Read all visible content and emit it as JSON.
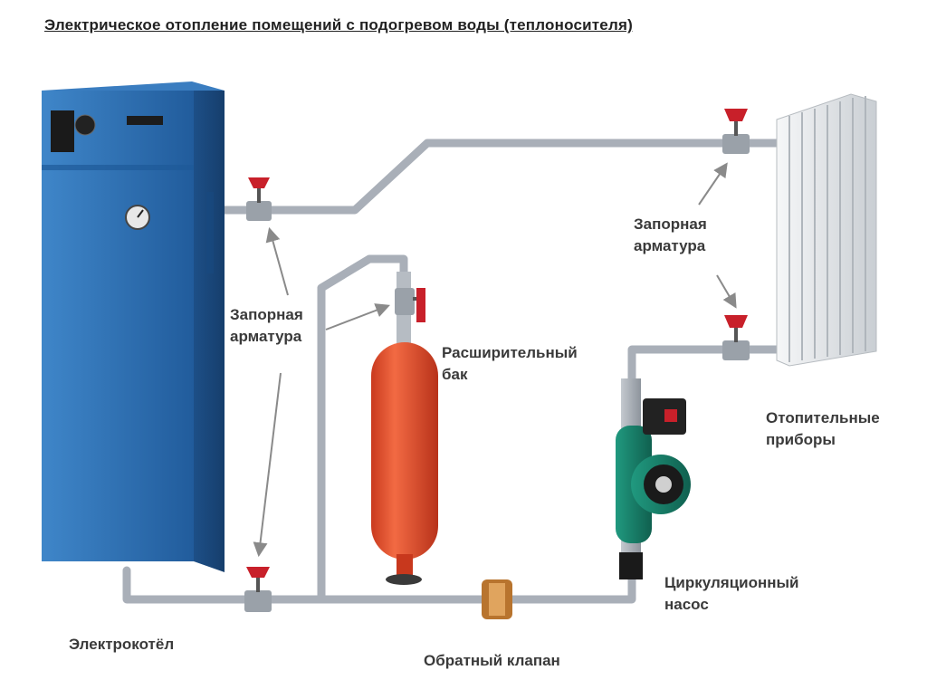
{
  "title": "Электрическое отопление помещений с подогревом воды (теплоносителя)",
  "labels": {
    "valves_left_line1": "Запорная",
    "valves_left_line2": "арматура",
    "valves_right_line1": "Запорная",
    "valves_right_line2": "арматура",
    "tank_line1": "Расширительный",
    "tank_line2": "бак",
    "radiators_line1": "Отопительные",
    "radiators_line2": "приборы",
    "pump_line1": "Циркуляционный",
    "pump_line2": "насос",
    "boiler": "Электрокотёл",
    "check_valve": "Обратный клапан"
  },
  "colors": {
    "pipe": "#a9afb8",
    "boiler": "#2f6fb0",
    "tank": "#e0502d",
    "pump": "#1f8a78",
    "valve_handle": "#c8202a",
    "radiator": "#e9ecef",
    "check_valve": "#b8742e",
    "arrow": "#8a8a8a"
  }
}
